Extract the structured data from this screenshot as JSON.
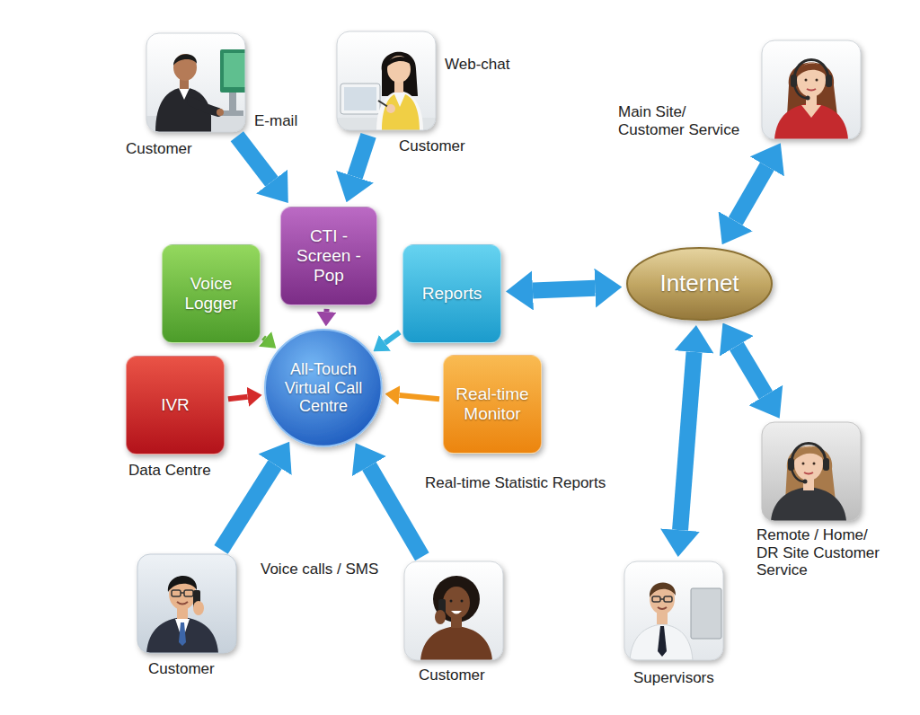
{
  "diagram": {
    "nodes": [
      {
        "text": [
          "E-mail",
          "Customer"
        ]
      },
      {
        "text": [
          "Web-chat",
          "Customer"
        ]
      },
      {
        "text": [
          "Main Site/ Customer Service"
        ]
      },
      {
        "text": [
          "CTI -Screen -Pop"
        ]
      },
      {
        "text": [
          "Voice Logger"
        ]
      },
      {
        "text": [
          "Reports"
        ]
      },
      {
        "text": [
          "Internet"
        ]
      },
      {
        "text": [
          "IVR"
        ]
      },
      {
        "text": [
          "All-Touch Virtual Call Centre"
        ]
      },
      {
        "text": [
          "Real-time Monitor"
        ]
      },
      {
        "text": [
          "Remote / Home/ DR Site Customer Service"
        ]
      },
      {
        "text": [
          "Customer"
        ]
      },
      {
        "text": [
          "Customer"
        ]
      },
      {
        "text": [
          "Supervisors"
        ]
      }
    ],
    "edges": [
      {
        "from": 0,
        "to": 3,
        "arrow": "to"
      },
      {
        "from": 1,
        "to": 3,
        "arrow": "to"
      },
      {
        "from": 4,
        "to": 8,
        "arrow": "to"
      },
      {
        "from": 3,
        "to": 8,
        "arrow": "to"
      },
      {
        "from": 5,
        "to": 8,
        "arrow": "to"
      },
      {
        "from": 7,
        "to": 8,
        "arrow": "to"
      },
      {
        "from": 9,
        "to": 8,
        "arrow": "to"
      },
      {
        "from": 11,
        "to": 8,
        "arrow": "to"
      },
      {
        "from": 12,
        "to": 8,
        "arrow": "to"
      },
      {
        "from": 5,
        "to": 6,
        "arrow": "both"
      },
      {
        "from": 6,
        "to": 2,
        "arrow": "both"
      },
      {
        "from": 6,
        "to": 10,
        "arrow": "both"
      },
      {
        "from": 6,
        "to": 13,
        "arrow": "both"
      }
    ],
    "labels": [
      "Data Centre",
      "Real-time Statistic Reports",
      "Voice calls / SMS"
    ]
  }
}
